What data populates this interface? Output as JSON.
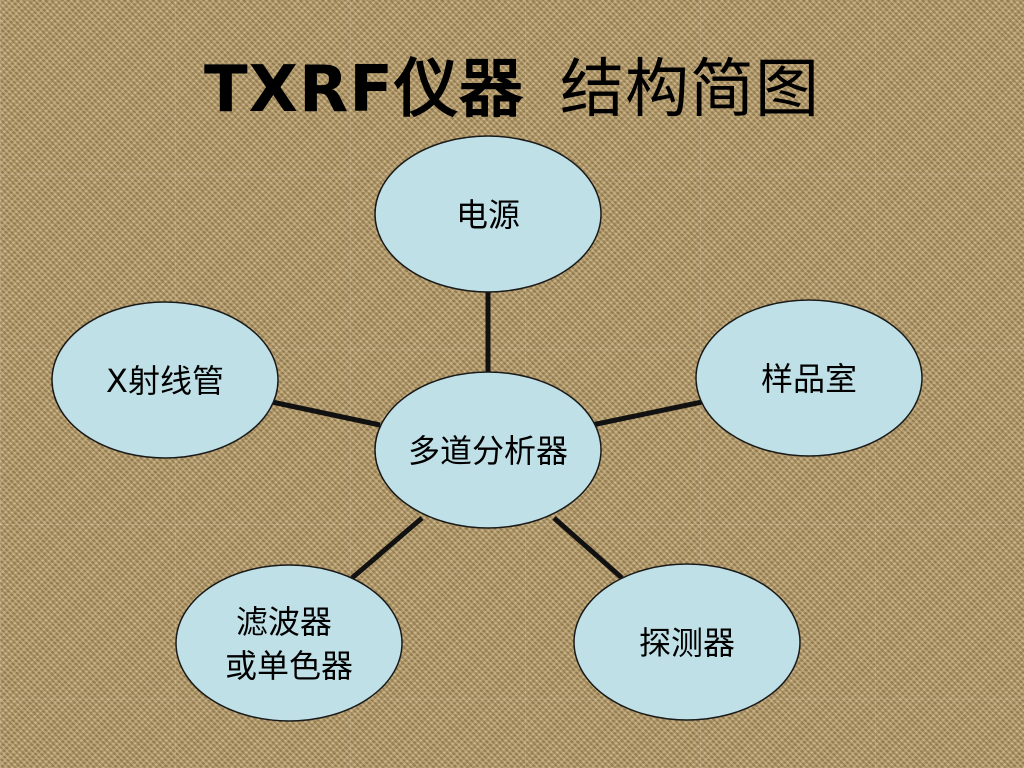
{
  "title": {
    "main": "TXRF仪器",
    "sub": "结构简图"
  },
  "diagram": {
    "center": {
      "id": "analyzer",
      "lines": [
        "多道分析器"
      ]
    },
    "nodes": [
      {
        "id": "power",
        "lines": [
          "电源"
        ]
      },
      {
        "id": "xray-tube",
        "lines": [
          "X射线管"
        ]
      },
      {
        "id": "sample-chamber",
        "lines": [
          "样品室"
        ]
      },
      {
        "id": "filter",
        "lines": [
          "滤波器",
          "或单色器"
        ]
      },
      {
        "id": "detector",
        "lines": [
          "探测器"
        ]
      }
    ]
  },
  "colors": {
    "node_fill": "#bfe0e6",
    "edge": "#111111",
    "title": "#000000"
  }
}
